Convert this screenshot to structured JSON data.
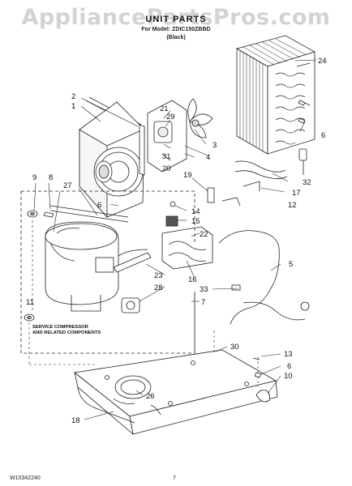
{
  "header": {
    "watermark": "AppliancePartsPros.com",
    "title": "UNIT PARTS",
    "model_line": "For Model: ZDIC150ZBBD",
    "color_line": "(Black)"
  },
  "footer": {
    "doc_number": "W10342240",
    "page_number": "7"
  },
  "callouts": [
    {
      "id": "c1",
      "text": "1"
    },
    {
      "id": "c2",
      "text": "2"
    },
    {
      "id": "c3",
      "text": "3"
    },
    {
      "id": "c4",
      "text": "4"
    },
    {
      "id": "c5",
      "text": "5"
    },
    {
      "id": "c6a",
      "text": "6"
    },
    {
      "id": "c6b",
      "text": "6"
    },
    {
      "id": "c6c",
      "text": "6"
    },
    {
      "id": "c7",
      "text": "7"
    },
    {
      "id": "c8",
      "text": "8"
    },
    {
      "id": "c9",
      "text": "9"
    },
    {
      "id": "c10",
      "text": "10"
    },
    {
      "id": "c11",
      "text": "11"
    },
    {
      "id": "c12",
      "text": "12"
    },
    {
      "id": "c13",
      "text": "13"
    },
    {
      "id": "c14",
      "text": "14"
    },
    {
      "id": "c15",
      "text": "15"
    },
    {
      "id": "c16",
      "text": "16"
    },
    {
      "id": "c17",
      "text": "17"
    },
    {
      "id": "c18",
      "text": "18"
    },
    {
      "id": "c19",
      "text": "19"
    },
    {
      "id": "c20",
      "text": "20"
    },
    {
      "id": "c21",
      "text": "21"
    },
    {
      "id": "c22",
      "text": "22"
    },
    {
      "id": "c23",
      "text": "23"
    },
    {
      "id": "c24",
      "text": "24"
    },
    {
      "id": "c26",
      "text": "26"
    },
    {
      "id": "c27",
      "text": "27"
    },
    {
      "id": "c28",
      "text": "28"
    },
    {
      "id": "c29",
      "text": "29"
    },
    {
      "id": "c30",
      "text": "30"
    },
    {
      "id": "c31",
      "text": "31"
    },
    {
      "id": "c32",
      "text": "32"
    },
    {
      "id": "c33",
      "text": "33"
    }
  ],
  "service_note": {
    "line1": "SERVICE COMPRESSOR",
    "line2": "AND RELATED COMPONENTS"
  }
}
